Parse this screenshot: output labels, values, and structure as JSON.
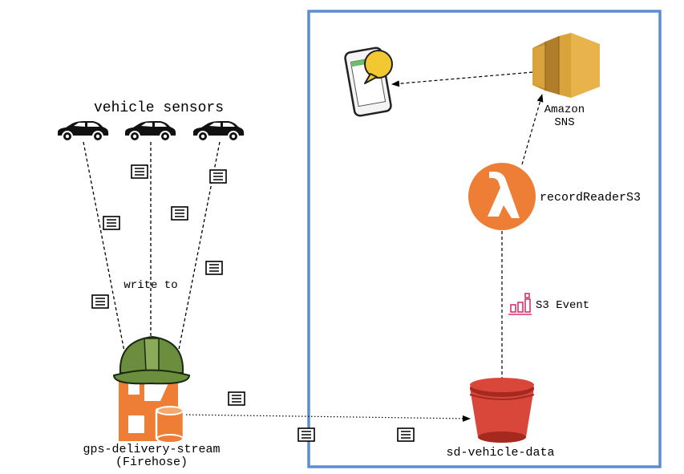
{
  "labels": {
    "vehicle_sensors": "vehicle sensors",
    "write_to": "write to",
    "firehose_name": "gps-delivery-stream",
    "firehose_type": "(Firehose)",
    "bucket": "sd-vehicle-data",
    "s3_event": "S3 Event",
    "lambda": "recordReaderS3",
    "sns_line1": "Amazon",
    "sns_line2": "SNS"
  },
  "icons": {
    "car": "car-icon",
    "record": "document-icon",
    "firehose": "kinesis-firehose-icon",
    "bucket": "s3-bucket-icon",
    "lambda": "lambda-icon",
    "sns": "sns-icon",
    "phone": "mobile-phone-icon",
    "event": "s3-event-icon"
  },
  "colors": {
    "boundary": "#5b8dd6",
    "firehose_orange": "#ee7d35",
    "helmet_green": "#6b8e3e",
    "bucket_red": "#d9473a",
    "lambda_orange": "#ee7d35",
    "sns_gold": "#d9a23a",
    "event_pink": "#d6336c",
    "bubble_yellow": "#f2c832"
  }
}
